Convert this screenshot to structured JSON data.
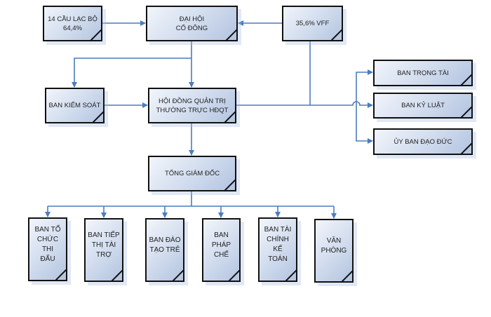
{
  "diagram": {
    "colors": {
      "connector": "#4a7cc0",
      "border": "#111111"
    },
    "nodes": {
      "clubs": "14 CẦU LẠC BỘ\n64,4%",
      "assembly": "ĐẠI HỘI\nCỔ ĐÔNG",
      "vff": "35,6% VFF",
      "supervisory": "BAN KIỂM SOÁT",
      "board": "HỘI ĐỒNG QUẢN TRỊ\nTHƯỜNG TRỰC HĐQT",
      "referee": "BAN TRỌNG TÀI",
      "discipline": "BAN KỶ LUẬT",
      "ethics": "ỦY BAN ĐẠO ĐỨC",
      "ceo": "TỔNG GIÁM ĐỐC",
      "departments": [
        "BAN TỔ\nCHỨC THI\nĐẤU",
        "BAN TIẾP\nTHỊ TÀI\nTRỢ",
        "BAN ĐÀO\nTẠO TRẺ",
        "BAN PHÁP\nCHẾ",
        "BAN TÀI\nCHÍNH KẾ\nTOÁN",
        "VĂN\nPHÒNG"
      ]
    }
  }
}
